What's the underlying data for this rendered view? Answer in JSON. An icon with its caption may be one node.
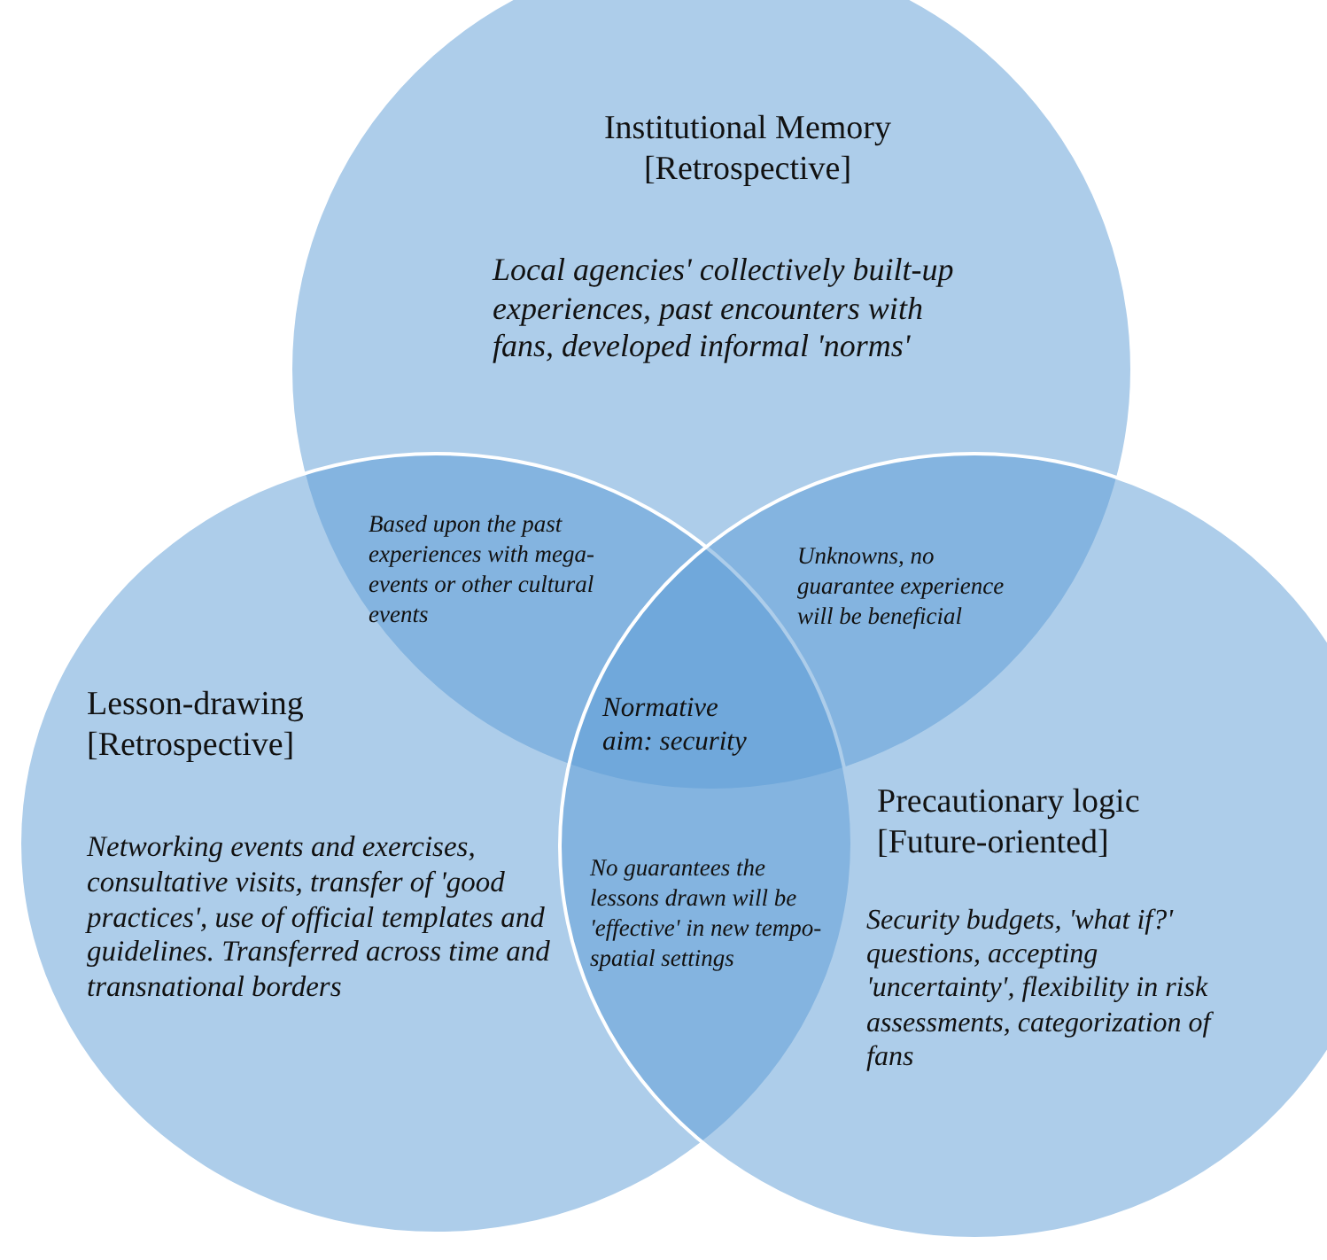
{
  "diagram": {
    "nodes": [
      {
        "text": [
          "Institutional Memory [Retrospective]",
          "Local agencies' collectively built-up experiences, past encounters with fans, developed informal 'norms'"
        ]
      },
      {
        "text": [
          "Lesson-drawing [Retrospective]",
          "Networking events and exercises, consultative visits, transfer of 'good practices', use of official templates and guidelines. Transferred across time and transnational borders"
        ]
      },
      {
        "text": [
          "Precautionary logic [Future-oriented]",
          "Security budgets, 'what if?' questions, accepting 'uncertainty', flexibility in risk assessments, categorization of fans"
        ]
      }
    ],
    "labels": [
      "Based upon the past experiences with mega-events or other cultural events",
      "Unknowns, no guarantee experience will be beneficial",
      "Normative aim: security",
      "No guarantees the lessons drawn will be 'effective' in new tempo-spatial settings"
    ]
  }
}
